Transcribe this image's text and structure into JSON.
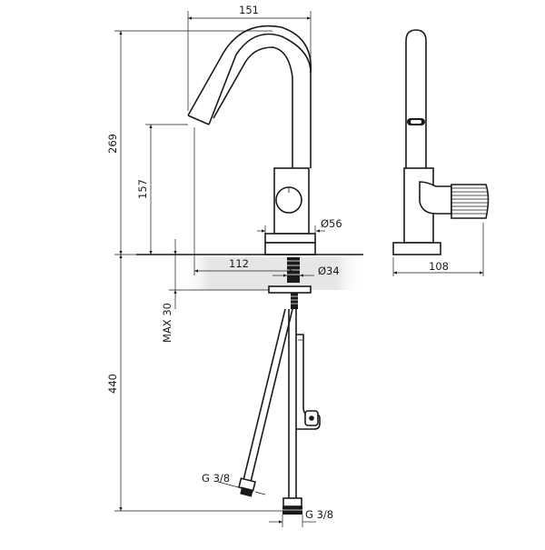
{
  "dimensions": {
    "width_top": "151",
    "height_spout": "269",
    "height_outlet": "157",
    "diameter_body": "Ø56",
    "reach": "112",
    "diameter_hole": "Ø34",
    "max_deck": "MAX 30",
    "hose_length": "440",
    "thread_left": "G 3/8",
    "thread_bottom": "G 3/8",
    "side_depth": "108"
  },
  "colors": {
    "line": "#1a1a1a",
    "highlight_band": "#e6e6e6",
    "background": "#ffffff"
  }
}
